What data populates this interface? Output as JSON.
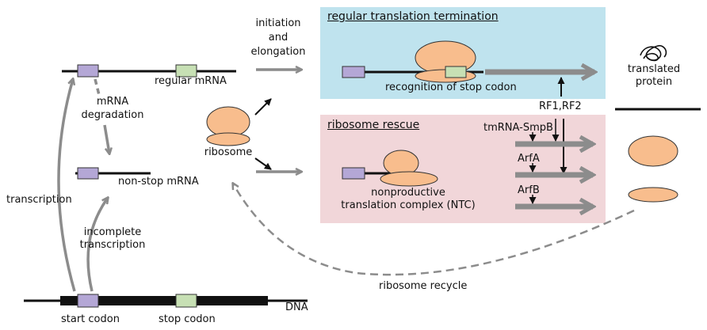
{
  "labels": {
    "initiation": "initiation",
    "and": "and",
    "elongation": "elongation",
    "regular_mrna": "regular mRNA",
    "mrna_degradation_1": "mRNA",
    "mrna_degradation_2": "degradation",
    "ribosome": "ribosome",
    "non_stop_mrna": "non-stop mRNA",
    "transcription": "transcription",
    "incomplete_1": "incomplete",
    "incomplete_2": "transcription",
    "start_codon": "start codon",
    "stop_codon": "stop codon",
    "dna": "DNA",
    "ribosome_recycle": "ribosome recycle",
    "translated_1": "translated",
    "translated_2": "protein"
  },
  "termination_panel": {
    "title": "regular translation termination",
    "recognition": "recognition of stop codon",
    "release_factors": "RF1,RF2"
  },
  "rescue_panel": {
    "title": "ribosome rescue",
    "tmrna": "tmRNA-SmpB",
    "arfa": "ArfA",
    "arfb": "ArfB",
    "ntc_1": "nonproductive",
    "ntc_2": "translation complex (NTC)"
  },
  "colors": {
    "termination_bg": "#bfe3ee",
    "rescue_bg": "#f1d6d9",
    "ribosome": "#f8bd8d",
    "start_codon": "#b4a7d6",
    "stop_codon": "#c7e0b4",
    "arrow_gray": "#8c8c8c"
  }
}
